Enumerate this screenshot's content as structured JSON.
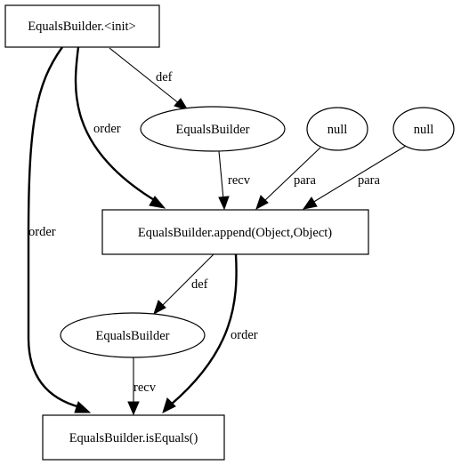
{
  "nodes": {
    "init": "EqualsBuilder.<init>",
    "builder_top": "EqualsBuilder",
    "null_a": "null",
    "null_b": "null",
    "append": "EqualsBuilder.append(Object,Object)",
    "builder_bottom": "EqualsBuilder",
    "is_equals": "EqualsBuilder.isEquals()"
  },
  "edges": {
    "init_def": "def",
    "init_order_append": "order",
    "init_order_isequals": "order",
    "builder_top_recv": "recv",
    "null_a_para": "para",
    "null_b_para": "para",
    "append_def": "def",
    "append_order": "order",
    "builder_bottom_recv": "recv"
  }
}
